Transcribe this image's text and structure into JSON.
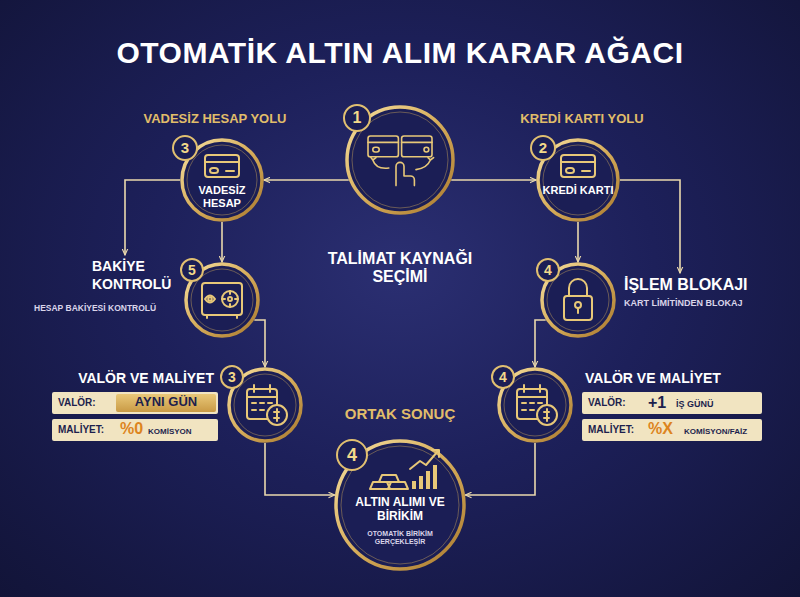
{
  "diagram": {
    "title": "OTOMATİK ALTIN ALIM KARAR AĞACI",
    "nodes": [
      {
        "text": [
          "1",
          "TALİMAT KAYNAĞI SEÇİMİ"
        ]
      },
      {
        "text": [
          "3",
          "VADESİZ HESAP"
        ]
      },
      {
        "text": [
          "2",
          "KREDİ KARTI"
        ]
      },
      {
        "text": [
          "5",
          "BAKİYE KONTROLÜ",
          "HESAP BAKİYESİ KONTROLÜ"
        ]
      },
      {
        "text": [
          "4",
          "İŞLEM BLOKAJI",
          "KART LİMİTİNDEN BLOKAJ"
        ]
      },
      {
        "text": [
          "3",
          "VALÖR VE MALİYET"
        ]
      },
      {
        "text": [
          "4",
          "VALÖR VE MALİYET"
        ]
      },
      {
        "text": [
          "4",
          "ALTIN ALIMI VE BİRİKİM",
          "OTOMATİK BİRİKİM GERÇEKLEŞİR"
        ]
      }
    ],
    "edges": [
      {
        "from": 0,
        "to": 1,
        "arrow": "to"
      },
      {
        "from": 0,
        "to": 2,
        "arrow": "to"
      },
      {
        "from": 1,
        "to": 3,
        "arrow": "to"
      },
      {
        "from": 1,
        "to": 3,
        "arrow": "to"
      },
      {
        "from": 2,
        "to": 4,
        "arrow": "to"
      },
      {
        "from": 2,
        "to": 4,
        "arrow": "to"
      },
      {
        "from": 3,
        "to": 5,
        "arrow": "to"
      },
      {
        "from": 4,
        "to": 6,
        "arrow": "to"
      },
      {
        "from": 5,
        "to": 7,
        "arrow": "to"
      },
      {
        "from": 6,
        "to": 7,
        "arrow": "to"
      }
    ],
    "labels": [
      "VADESİZ HESAP YOLU",
      "KREDİ KARTI YOLU",
      "VALÖR:",
      "AYNI GÜN",
      "MALİYET:",
      "%0",
      "KOMİSYON",
      "ORTAK SONUÇ",
      "VALÖR:",
      "+1",
      "İŞ GÜNÜ",
      "MALİYET:",
      "%X",
      "KOMİSYON/FAİZ"
    ]
  }
}
